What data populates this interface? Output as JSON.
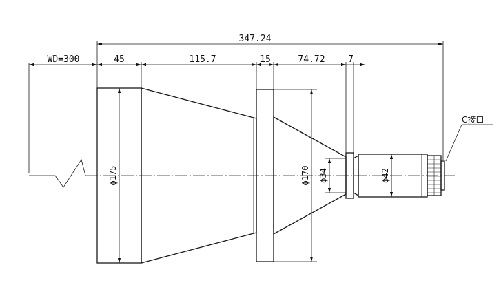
{
  "dimensions": {
    "overall_length": "347.24",
    "working_distance": "WD=300",
    "segment_front": "45",
    "segment_taper": "115.7",
    "segment_flange": "15",
    "segment_cone": "74.72",
    "segment_collar": "7"
  },
  "diameters": {
    "front": "ϕ175",
    "flange": "ϕ170",
    "neck": "ϕ34",
    "barrel": "ϕ42"
  },
  "labels": {
    "mount": "C接口"
  }
}
